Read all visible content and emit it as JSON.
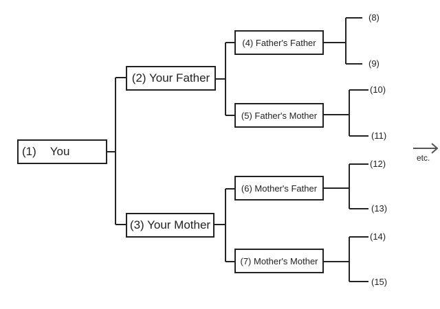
{
  "people": {
    "p1": {
      "num": "(1)",
      "name": "You"
    },
    "p2": {
      "label": "(2) Your Father"
    },
    "p3": {
      "label": "(3) Your Mother"
    },
    "p4": {
      "label": "(4) Father's Father"
    },
    "p5": {
      "label": "(5) Father's Mother"
    },
    "p6": {
      "label": "(6) Mother's Father"
    },
    "p7": {
      "label": "(7) Mother's Mother"
    }
  },
  "slots": [
    "(8)",
    "(9)",
    "(10)",
    "(11)",
    "(12)",
    "(13)",
    "(14)",
    "(15)"
  ],
  "continuation": {
    "label": "etc.",
    "icon": "arrow-right-icon"
  },
  "colors": {
    "line": "#222222",
    "text": "#222222",
    "background": "#ffffff"
  }
}
